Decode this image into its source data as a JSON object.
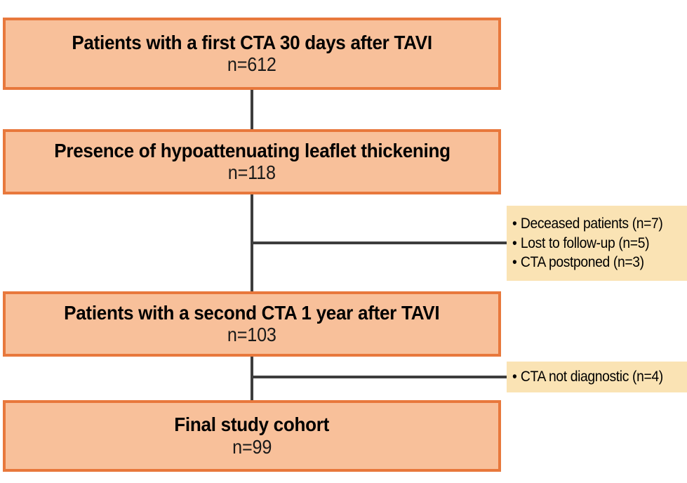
{
  "flowchart": {
    "nodes": [
      {
        "id": "node-first-cta",
        "title": "Patients with a first CTA 30 days after TAVI",
        "count": "n=612"
      },
      {
        "id": "node-halt",
        "title": "Presence of hypoattenuating leaflet thickening",
        "count": "n=118"
      },
      {
        "id": "node-second-cta",
        "title": "Patients with a second CTA 1 year after TAVI",
        "count": "n=103"
      },
      {
        "id": "node-final-cohort",
        "title": "Final study cohort",
        "count": "n=99"
      }
    ],
    "exclusions": [
      {
        "id": "exclusion-after-halt",
        "items": [
          {
            "bullet": "bullet-glyph",
            "text": "Deceased patients (n=7)"
          },
          {
            "bullet": "bullet-glyph",
            "text": "Lost to follow-up (n=5)"
          },
          {
            "bullet": "bullet-glyph",
            "text": "CTA postponed (n=3)"
          }
        ]
      },
      {
        "id": "exclusion-after-second-cta",
        "items": [
          {
            "bullet": "bullet-glyph",
            "text": "CTA not diagnostic (n=4)"
          }
        ]
      }
    ],
    "bullet_glyph": "•",
    "colors": {
      "node_fill": "#f8c09a",
      "node_border": "#e8783c",
      "exclusion_fill": "#fae3b4",
      "connector": "#3d3d3d",
      "text": "#000000",
      "background": "#ffffff"
    }
  }
}
